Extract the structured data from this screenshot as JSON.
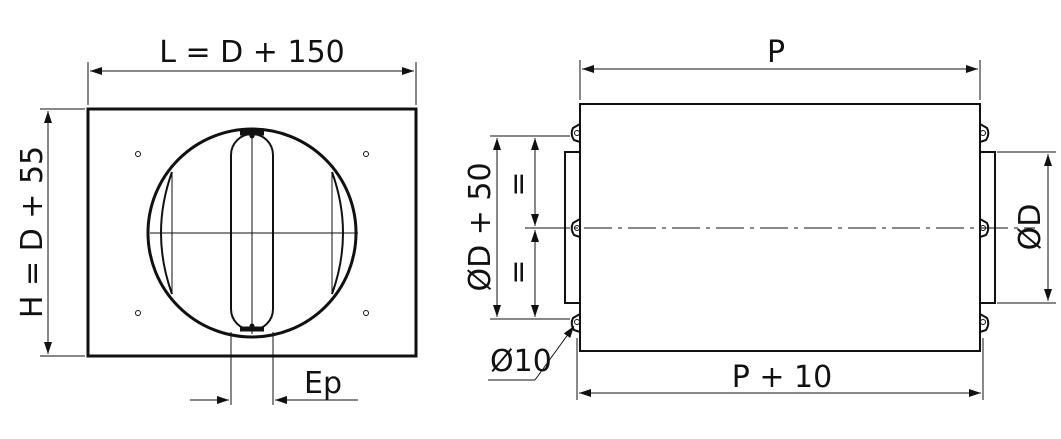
{
  "front_view": {
    "width_label": "L = D + 150",
    "height_label": "H = D + 55",
    "blade_width_label": "Ep"
  },
  "side_view": {
    "length_label": "P",
    "outer_diameter_label": "ØD + 50",
    "equal_top_label": "=",
    "equal_bottom_label": "=",
    "duct_diameter_label": "ØD",
    "hole_label": "Ø10",
    "overall_length_label": "P + 10"
  },
  "colors": {
    "line": "#111111",
    "background": "#ffffff"
  }
}
